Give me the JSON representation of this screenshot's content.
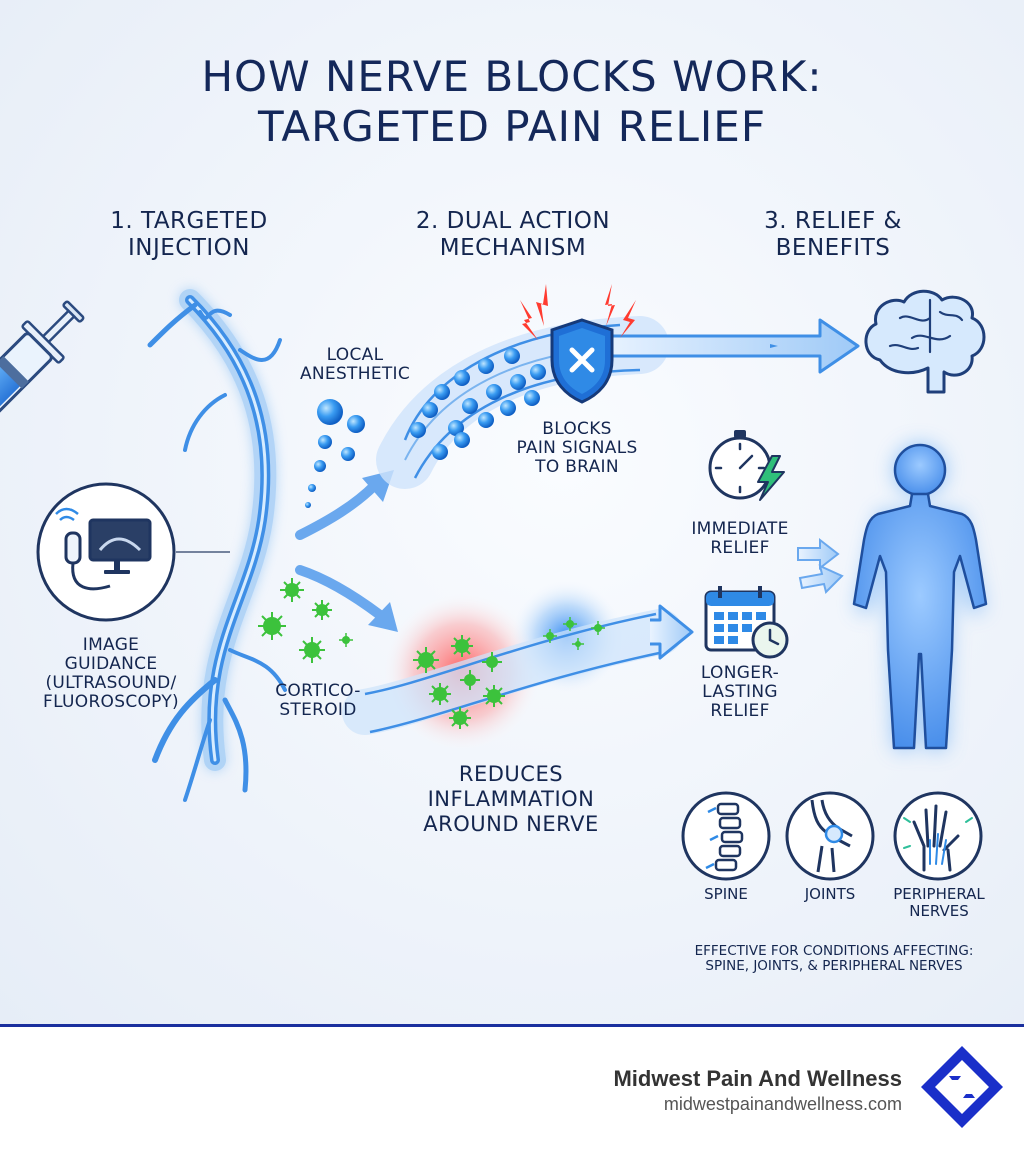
{
  "title": {
    "line1": "HOW NERVE BLOCKS WORK:",
    "line2": "TARGETED PAIN RELIEF"
  },
  "steps": [
    {
      "line1": "1. TARGETED",
      "line2": "INJECTION"
    },
    {
      "line1": "2. DUAL ACTION",
      "line2": "MECHANISM"
    },
    {
      "line1": "3. RELIEF &",
      "line2": "BENEFITS"
    }
  ],
  "labels": {
    "local_anesthetic": {
      "line1": "LOCAL",
      "line2": "ANESTHETIC"
    },
    "blocks_signals": {
      "line1": "BLOCKS",
      "line2": "PAIN SIGNALS",
      "line3": "TO BRAIN"
    },
    "image_guidance": {
      "line1": "IMAGE",
      "line2": "GUIDANCE",
      "line3": "(ULTRASOUND/",
      "line4": "FLUOROSCOPY)"
    },
    "corticosteroid": {
      "line1": "CORTICO-",
      "line2": "STEROID"
    },
    "reduces_inflammation": {
      "line1": "REDUCES",
      "line2": "INFLAMMATION",
      "line3": "AROUND NERVE"
    },
    "immediate_relief": {
      "line1": "IMMEDIATE",
      "line2": "RELIEF"
    },
    "longer_lasting_relief": {
      "line1": "LONGER-",
      "line2": "LASTING",
      "line3": "RELIEF"
    }
  },
  "conditions": [
    {
      "line1": "SPINE",
      "line2": "",
      "icon": "spine-icon"
    },
    {
      "line1": "JOINTS",
      "line2": "",
      "icon": "joints-icon"
    },
    {
      "line1": "PERIPHERAL",
      "line2": "NERVES",
      "icon": "peripheral-nerves-icon"
    }
  ],
  "effective_note": {
    "line1": "EFFECTIVE FOR CONDITIONS AFFECTING:",
    "line2": "SPINE, JOINTS, & PERIPHERAL NERVES"
  },
  "footer": {
    "brand": "Midwest Pain And Wellness",
    "url": "midwestpainandwellness.com"
  },
  "colors": {
    "navy": "#14264f",
    "nerve_blue": "#4a90e2",
    "anesthetic_blue": "#2f8ae6",
    "steroid_green": "#3cc23c",
    "inflammation_red": "#ff4a4a",
    "footer_accent": "#1a2f9e"
  },
  "icons": [
    "syringe-icon",
    "ultrasound-monitor-icon",
    "nerve-icon",
    "shield-x-icon",
    "lightning-icon",
    "brain-icon",
    "stopwatch-icon",
    "calendar-clock-icon",
    "human-body-icon",
    "spine-icon",
    "joints-icon",
    "peripheral-nerves-icon",
    "logo-icon"
  ]
}
